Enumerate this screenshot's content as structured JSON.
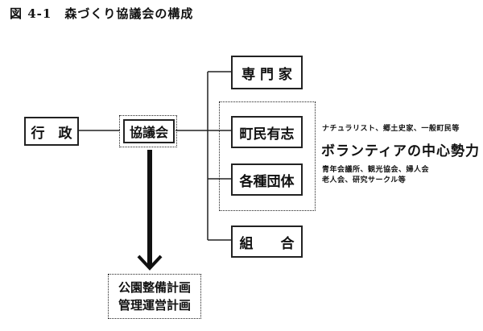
{
  "figure": {
    "title": "図 4-1　森づくり協議会の構成"
  },
  "nodes": {
    "gyosei": "行　政",
    "kyogikai": "協議会",
    "senmonka": "専 門 家",
    "chomin": "町民有志",
    "kakushu": "各種団体",
    "kumiai": "組　　合",
    "plan_line1": "公園整備計画",
    "plan_line2": "管理運営計画"
  },
  "annotations": {
    "chomin_note": "ナチュラリスト、郷土史家、一般町民等",
    "volunteer": "ボランティアの中心勢力",
    "kakushu_note1": "青年会議所、観光協会、婦人会",
    "kakushu_note2": "老人会、研究サークル等"
  }
}
